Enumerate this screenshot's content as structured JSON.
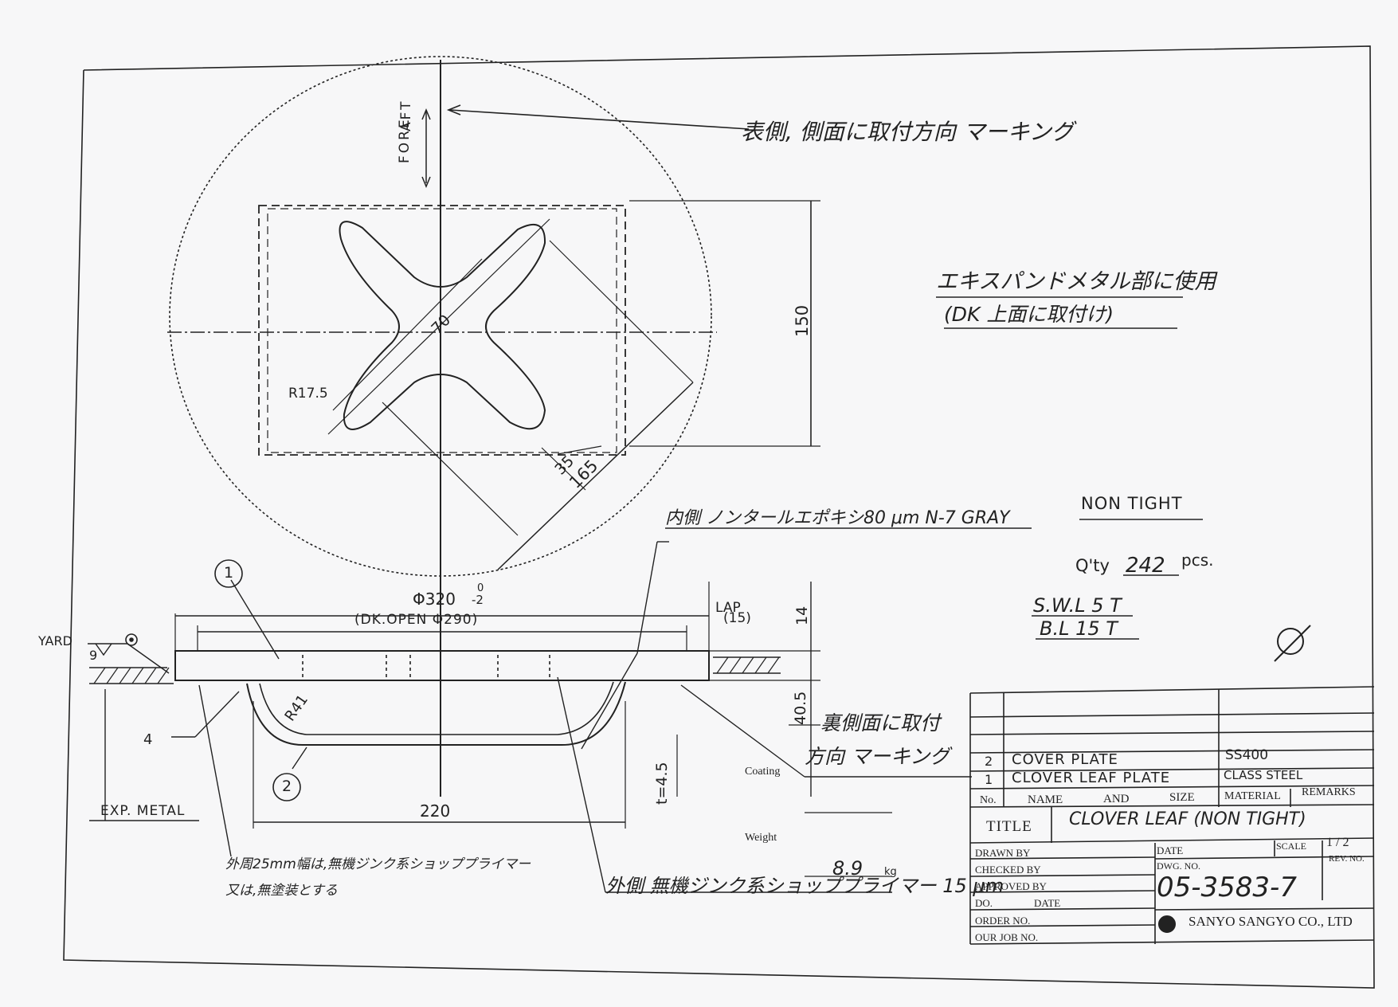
{
  "drawing": {
    "marking_note": "表側, 側面に取付方向 マーキング",
    "expanded_metal_note": {
      "line1": "エキスパンドメタル部に使用",
      "line2": "(DK 上面に取付け)"
    },
    "fore_aft": {
      "fore": "FORE",
      "aft": "AFT"
    },
    "dims": {
      "d150": "150",
      "d70": "70",
      "r175": "R17.5",
      "d35": "35",
      "d165": "165",
      "diam": "Φ320",
      "diam_tol": "-2",
      "diam_tol0": "0",
      "dk_open": "(DK.OPEN Φ290)",
      "lap": "LAP",
      "lap_val": "(15)",
      "d14": "14",
      "d405": "40.5",
      "r41": "R41",
      "t45": "t=4.5",
      "d220": "220"
    },
    "inner_coating": "内側 ノンタールエポキシ80 μm N-7 GRAY",
    "non_tight": "NON TIGHT",
    "qty_label": "Q'ty",
    "qty_value": "242",
    "qty_unit": "pcs.",
    "swl": "S.W.L 5 T",
    "bl": "B.L 15 T",
    "yard_label": "YARD",
    "weld_9": "9",
    "weld_4": "4",
    "balloon_1": "1",
    "balloon_2": "2",
    "exp_metal": "EXP. METAL",
    "back_marking_line1": "裏側面に取付",
    "back_marking_line2": "方向 マーキング",
    "coating_label": "Coating",
    "weight_label": "Weight",
    "weight_value": "8.9",
    "weight_unit": "kg",
    "outer_note_line1": "外周25mm幅は,無機ジンク系ショッププライマー",
    "outer_note_line2": "又は,無塗装とする",
    "outer_coating": "外側 無機ジンク系ショッププライマー 15 μm"
  },
  "title_block": {
    "parts": [
      {
        "no": "2",
        "name": "COVER PLATE",
        "material": "SS400",
        "remarks": ""
      },
      {
        "no": "1",
        "name": "CLOVER LEAF PLATE",
        "material": "CLASS STEEL",
        "remarks": ""
      }
    ],
    "header": {
      "no": "No.",
      "name": "NAME",
      "and": "AND",
      "size": "SIZE",
      "material": "MATERIAL",
      "remarks": "REMARKS"
    },
    "title_label": "TITLE",
    "title_value": "CLOVER LEAF (NON TIGHT)",
    "drawn_by": "DRAWN BY",
    "checked_by": "CHECKED BY",
    "approved_by": "APPROVED BY",
    "do": "DO.",
    "date_small": "DATE",
    "order_no": "ORDER NO.",
    "our_job_no": "OUR JOB NO.",
    "date_label": "DATE",
    "scale_label": "SCALE",
    "scale_value": "1 / 2",
    "rev_no": "REV. NO.",
    "dwg_no_label": "DWG. NO.",
    "dwg_no": "05-3583-7",
    "company": "SANYO SANGYO CO., LTD"
  }
}
